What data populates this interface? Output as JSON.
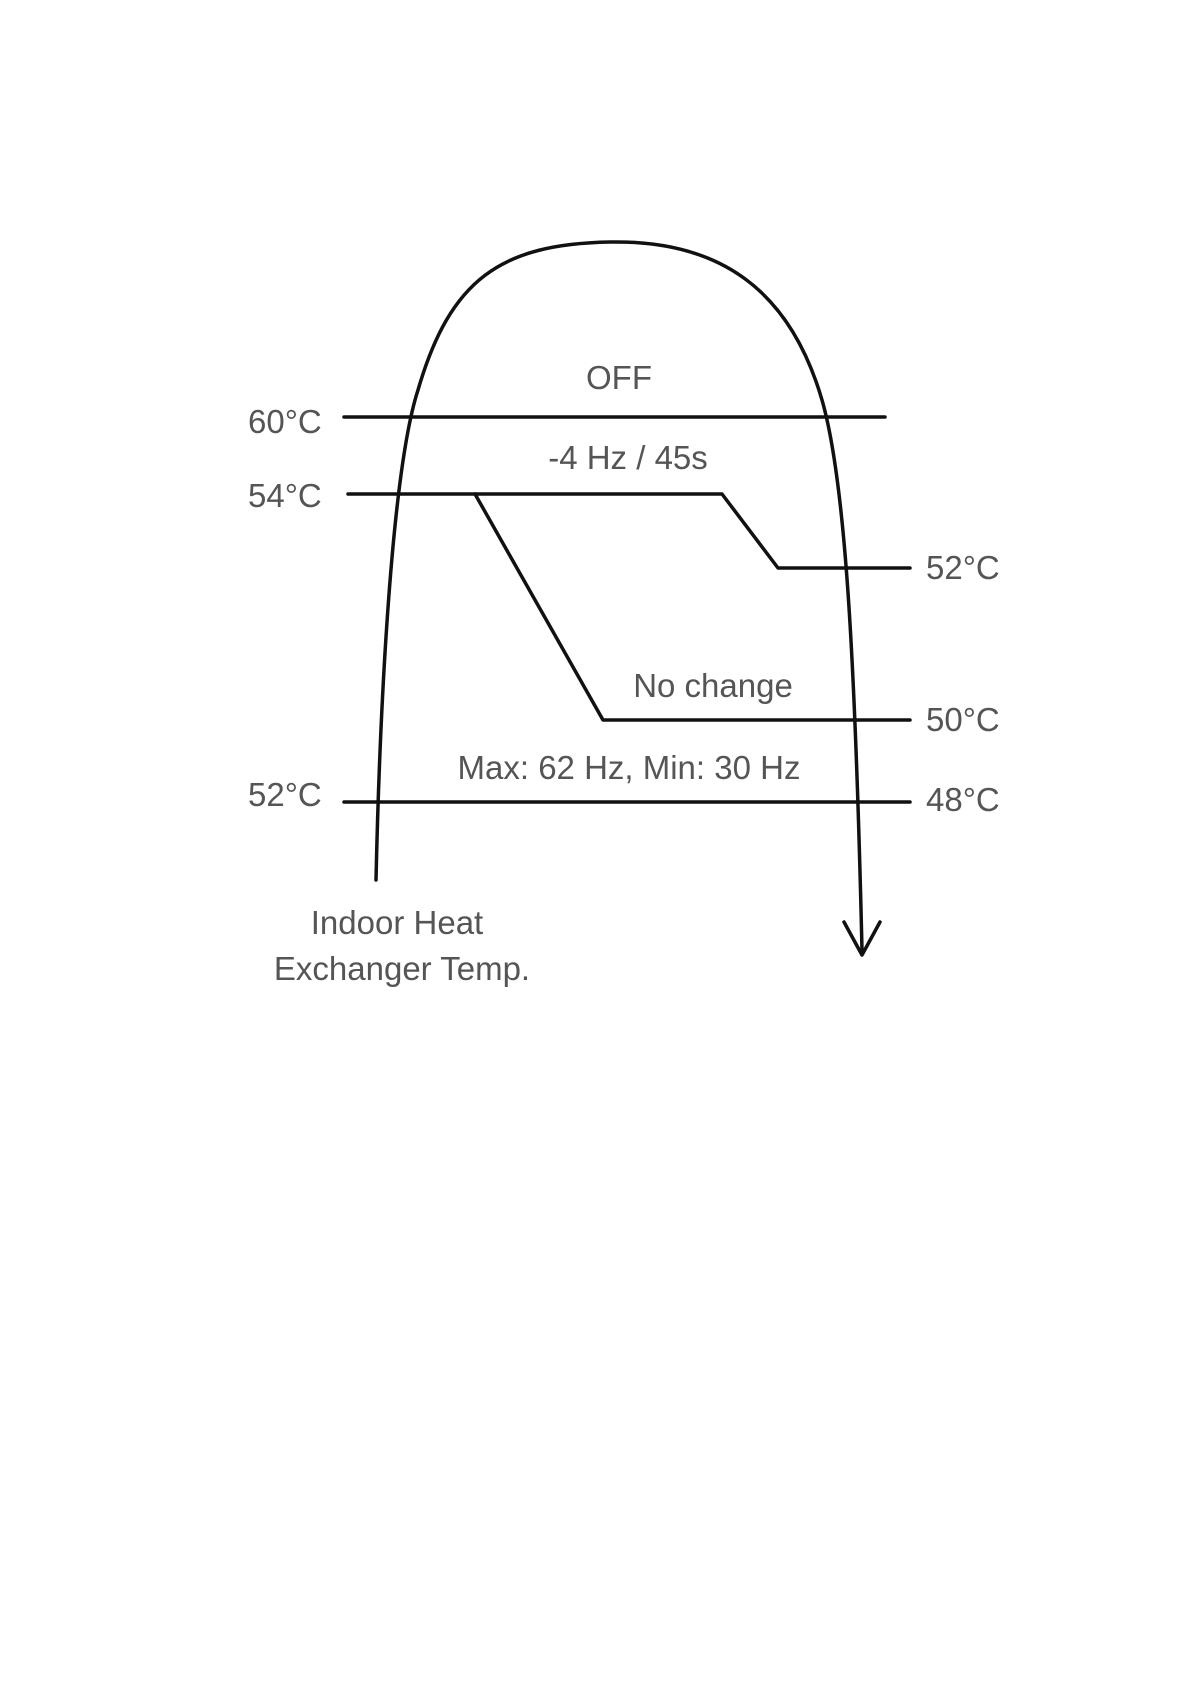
{
  "zones": {
    "off": "OFF",
    "decrease": "-4 Hz / 45s",
    "no_change": "No change",
    "normal": "Max: 62 Hz, Min: 30 Hz"
  },
  "rising_thresholds": {
    "t1": "60°C",
    "t2": "54°C",
    "t3": "52°C"
  },
  "falling_thresholds": {
    "t1": "52°C",
    "t2": "50°C",
    "t3": "48°C"
  },
  "caption": {
    "line1": "Indoor Heat",
    "line2": "Exchanger Temp."
  }
}
